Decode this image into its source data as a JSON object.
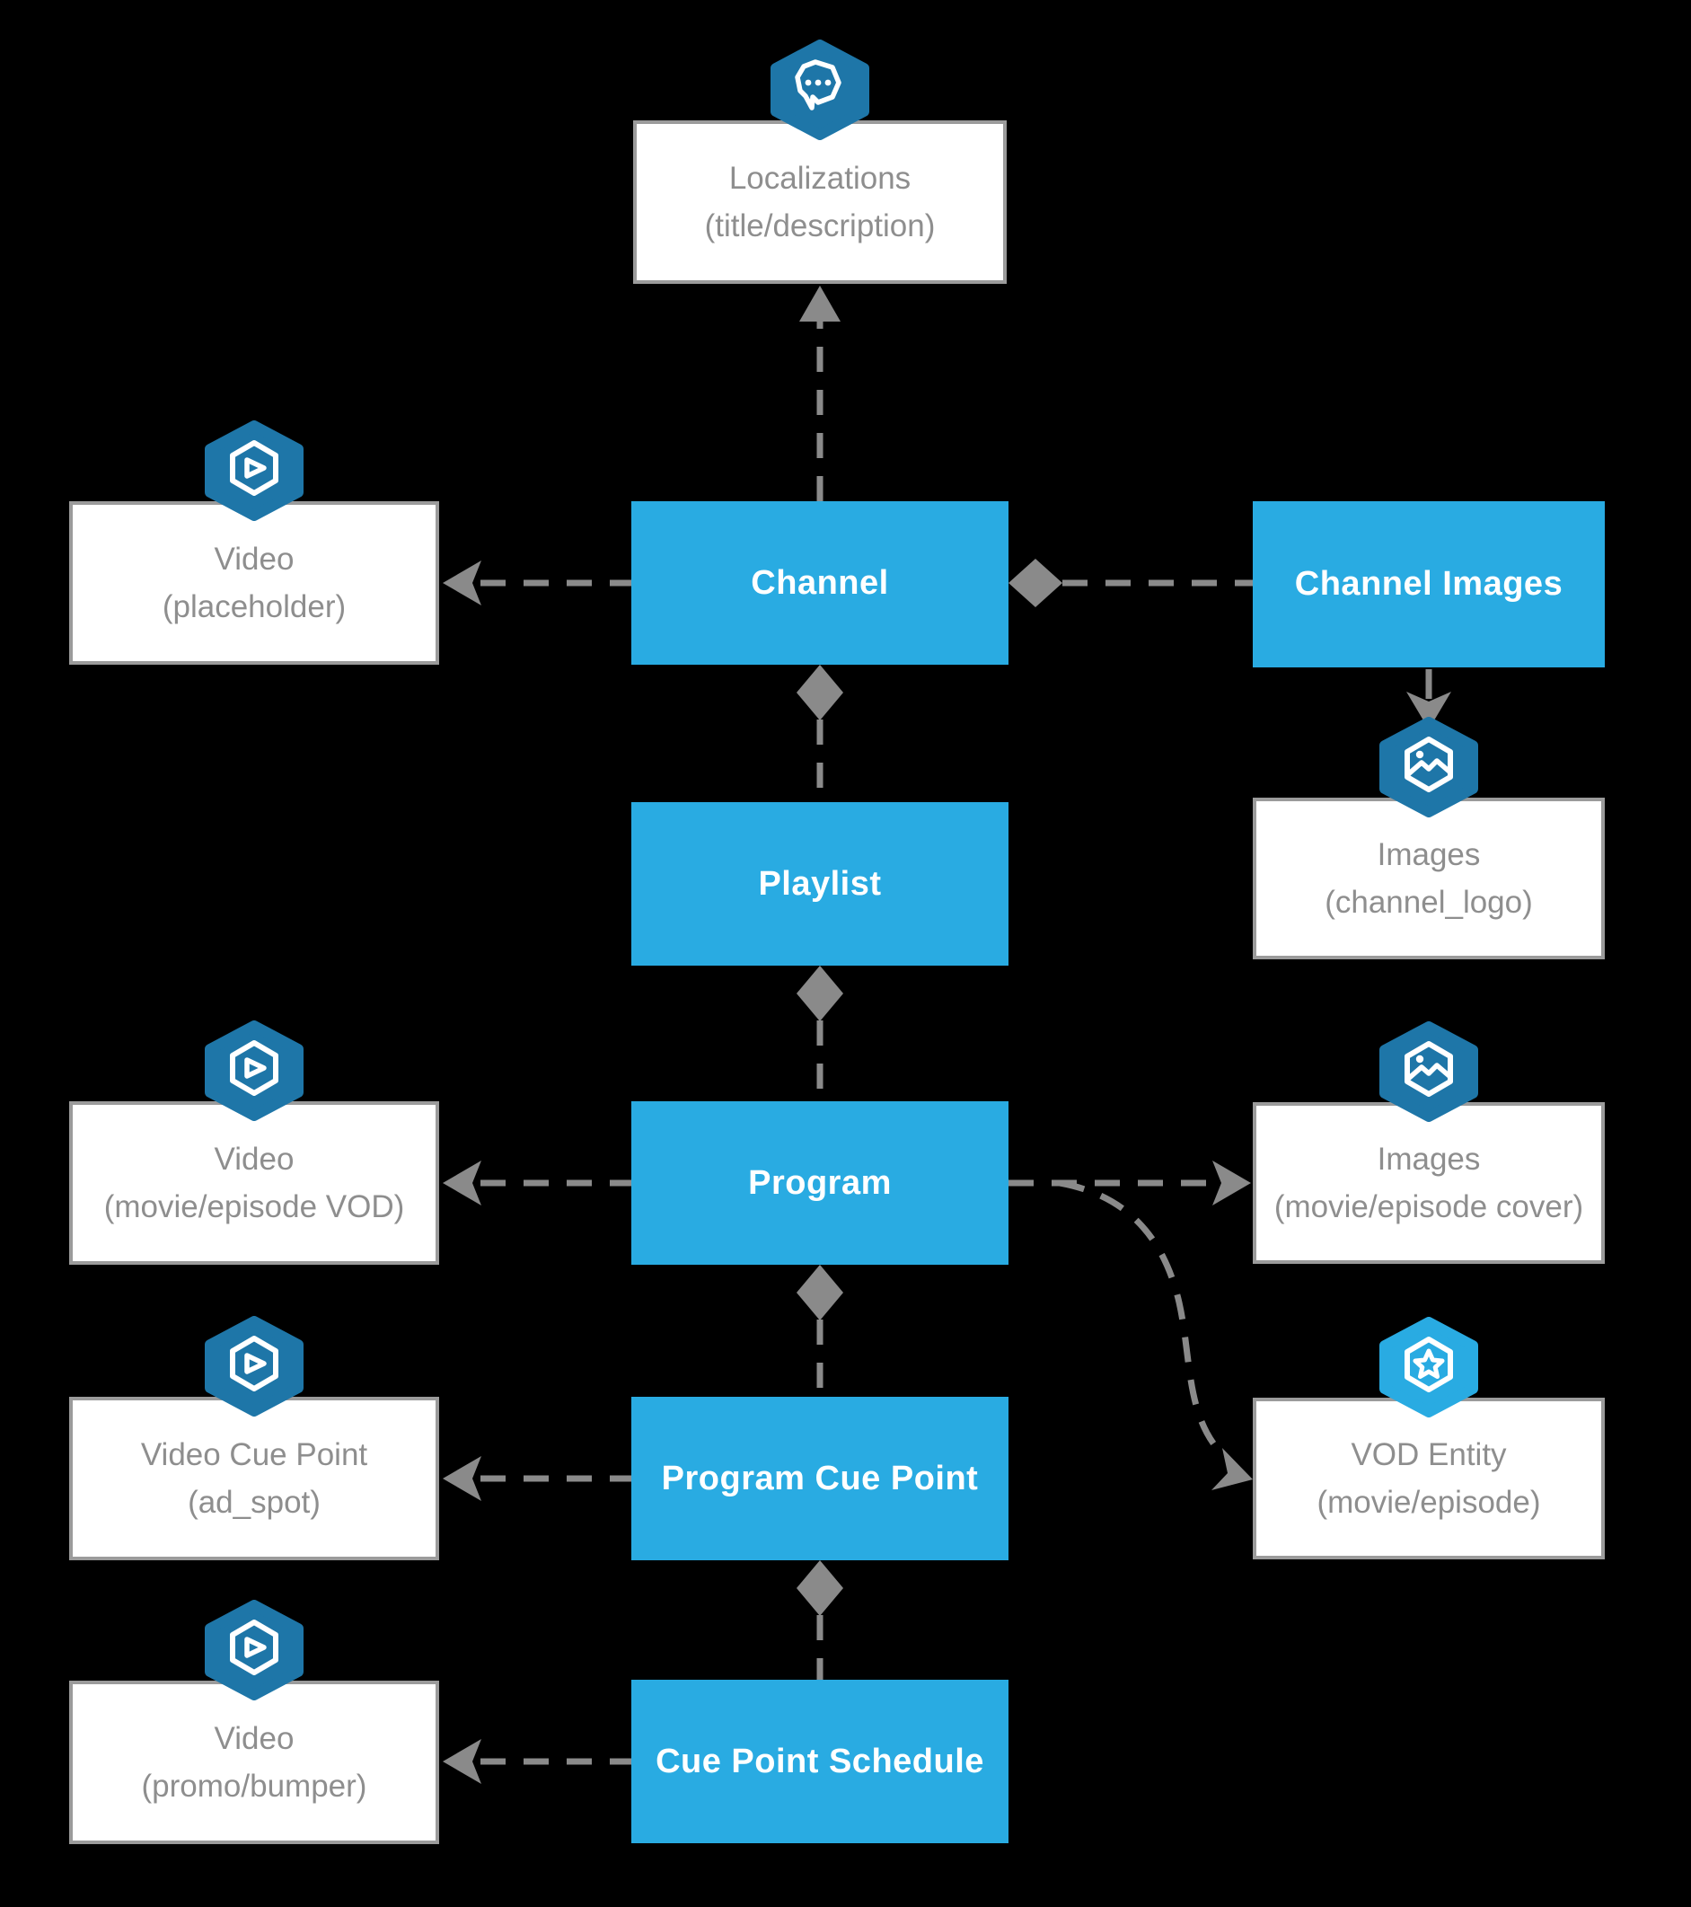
{
  "diagram": {
    "background": "#000000",
    "colors": {
      "entity_box_blue": "#29abe2",
      "icon_dark_blue": "#1e76a8",
      "icon_light_blue": "#29abe2",
      "attachment_box_white": "#ffffff",
      "attachment_border_gray": "#9b9b9b",
      "attachment_text_gray": "#8e8e8e",
      "connector_gray": "#8a8a8a",
      "entity_text_white": "#ffffff"
    },
    "nodes": {
      "localizations": {
        "line1": "Localizations",
        "line2": "(title/description)",
        "icon": "chat-icon"
      },
      "channel": {
        "label": "Channel"
      },
      "playlist": {
        "label": "Playlist"
      },
      "program": {
        "label": "Program"
      },
      "program_cue_point": {
        "label": "Program Cue Point"
      },
      "cue_point_schedule": {
        "label": "Cue Point Schedule"
      },
      "channel_images": {
        "label": "Channel Images"
      },
      "video_placeholder": {
        "line1": "Video",
        "line2": "(placeholder)",
        "icon": "video-icon"
      },
      "video_vod": {
        "line1": "Video",
        "line2": "(movie/episode VOD)",
        "icon": "video-icon"
      },
      "video_cue_point": {
        "line1": "Video Cue Point",
        "line2": "(ad_spot)",
        "icon": "video-icon"
      },
      "video_promo": {
        "line1": "Video",
        "line2": "(promo/bumper)",
        "icon": "video-icon"
      },
      "images_channel_logo": {
        "line1": "Images",
        "line2": "(channel_logo)",
        "icon": "image-icon"
      },
      "images_cover": {
        "line1": "Images",
        "line2": "(movie/episode cover)",
        "icon": "image-icon"
      },
      "vod_entity": {
        "line1": "VOD Entity",
        "line2": "(movie/episode)",
        "icon": "star-icon"
      }
    },
    "connectors": [
      {
        "from": "channel",
        "to": "localizations",
        "style": "dashed",
        "end_marker": "arrow-up",
        "start_marker": "none"
      },
      {
        "from": "channel",
        "to": "video_placeholder",
        "style": "dashed",
        "end_marker": "arrow-left",
        "start_marker": "none"
      },
      {
        "from": "channel",
        "to": "channel_images",
        "style": "dashed",
        "end_marker": "none",
        "start_marker": "diamond"
      },
      {
        "from": "channel",
        "to": "playlist",
        "style": "dashed",
        "end_marker": "none",
        "start_marker": "diamond"
      },
      {
        "from": "channel_images",
        "to": "images_channel_logo",
        "style": "solid",
        "end_marker": "arrow-down",
        "start_marker": "none"
      },
      {
        "from": "playlist",
        "to": "program",
        "style": "dashed",
        "end_marker": "none",
        "start_marker": "diamond"
      },
      {
        "from": "program",
        "to": "video_vod",
        "style": "dashed",
        "end_marker": "arrow-left",
        "start_marker": "none"
      },
      {
        "from": "program",
        "to": "images_cover",
        "style": "dashed",
        "end_marker": "arrow-right",
        "start_marker": "none"
      },
      {
        "from": "program",
        "to": "vod_entity",
        "style": "dashed-curved",
        "end_marker": "arrow-right",
        "start_marker": "none"
      },
      {
        "from": "program",
        "to": "program_cue_point",
        "style": "dashed",
        "end_marker": "none",
        "start_marker": "diamond"
      },
      {
        "from": "program_cue_point",
        "to": "video_cue_point",
        "style": "dashed",
        "end_marker": "arrow-left",
        "start_marker": "none"
      },
      {
        "from": "program_cue_point",
        "to": "cue_point_schedule",
        "style": "dashed",
        "end_marker": "none",
        "start_marker": "diamond"
      },
      {
        "from": "cue_point_schedule",
        "to": "video_promo",
        "style": "dashed",
        "end_marker": "arrow-left",
        "start_marker": "none"
      }
    ]
  }
}
